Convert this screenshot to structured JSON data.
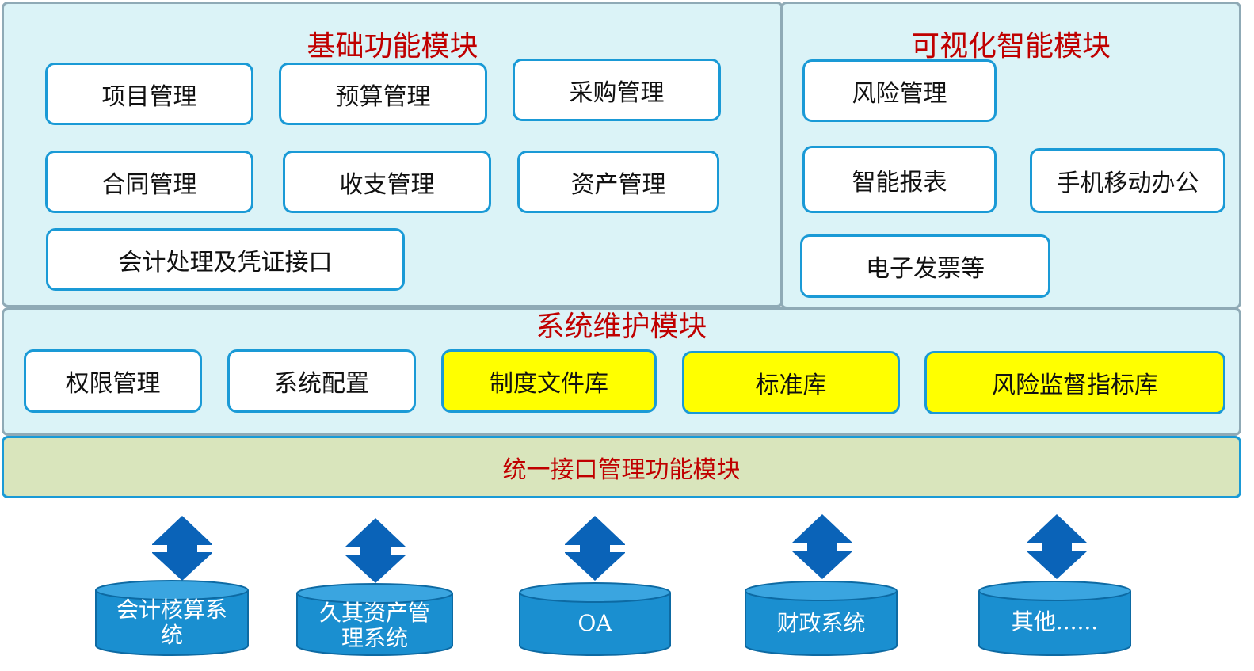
{
  "basic_module": {
    "title": "基础功能模块",
    "items": [
      "项目管理",
      "预算管理",
      "采购管理",
      "合同管理",
      "收支管理",
      "资产管理",
      "会计处理及凭证接口"
    ]
  },
  "visual_module": {
    "title": "可视化智能模块",
    "items": [
      "风险管理",
      "智能报表",
      "手机移动办公",
      "电子发票等"
    ]
  },
  "maintenance_module": {
    "title": "系统维护模块",
    "items": [
      "权限管理",
      "系统配置",
      "制度文件库",
      "标准库",
      "风险监督指标库"
    ],
    "highlight_color": "#ffff00"
  },
  "interface_module": {
    "title": "统一接口管理功能模块"
  },
  "external_systems": [
    {
      "line1": "会计核算系",
      "line2": "统"
    },
    {
      "line1": "久其资产管",
      "line2": "理系统"
    },
    {
      "line1": "OA",
      "line2": ""
    },
    {
      "line1": "财政系统",
      "line2": ""
    },
    {
      "line1": "其他......",
      "line2": ""
    }
  ],
  "colors": {
    "panel_bg": "#dbf3f7",
    "box_border": "#1a9ad6",
    "title_red": "#c00000",
    "interface_bg": "#d9e5bc",
    "arrow_blue": "#0a63b8",
    "db_blue": "#1a8fd0"
  }
}
